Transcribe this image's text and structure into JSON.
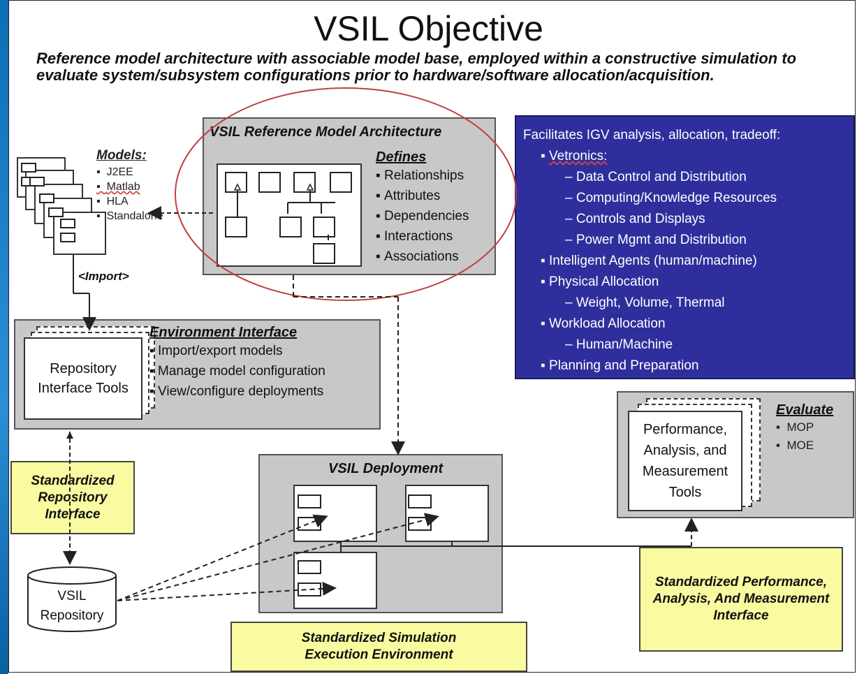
{
  "title": "VSIL Objective",
  "subtitle": "Reference model architecture with associable model base, employed within a constructive simulation to evaluate system/subsystem configurations prior to hardware/software allocation/acquisition.",
  "models": {
    "heading": "Models:",
    "items": [
      "J2EE",
      "Matlab",
      "HLA",
      "Standalone"
    ],
    "import_label": "<Import>"
  },
  "reference_model": {
    "title": "VSIL Reference Model Architecture",
    "defines_heading": "Defines",
    "defines_items": [
      "Relationships",
      "Attributes",
      "Dependencies",
      "Interactions",
      "Associations"
    ]
  },
  "facilitates": {
    "heading": "Facilitates IGV analysis, allocation, tradeoff:",
    "vetronics": "Vetronics:",
    "vetronics_items": [
      "Data Control and Distribution",
      "Computing/Knowledge Resources",
      "Controls and Displays",
      "Power Mgmt and Distribution"
    ],
    "agents": "Intelligent Agents (human/machine)",
    "physical": "Physical Allocation",
    "physical_items": [
      "Weight, Volume, Thermal"
    ],
    "workload": "Workload Allocation",
    "workload_items": [
      "Human/Machine"
    ],
    "planning": "Planning and Preparation"
  },
  "environment_interface": {
    "title": "Environment Interface",
    "tools": "Repository Interface Tools",
    "items": [
      "Import/export models",
      "Manage model configuration",
      "View/configure deployments"
    ]
  },
  "repository_interface_label": "Standardized Repository Interface",
  "deployment": {
    "title": "VSIL Deployment"
  },
  "repository": {
    "label": "VSIL Repository"
  },
  "execution_env_label": "Standardized Simulation Execution Environment",
  "evaluate": {
    "heading": "Evaluate",
    "tools": "Performance, Analysis, and Measurement Tools",
    "items": [
      "MOP",
      "MOE"
    ]
  },
  "pam_interface_label": "Standardized Performance, Analysis, And Measurement Interface",
  "colors": {
    "gray_panel": "#c8c8c8",
    "blue_panel": "#2e2f9c",
    "yellow_label": "#fafaa0",
    "ellipse": "#c04040"
  }
}
